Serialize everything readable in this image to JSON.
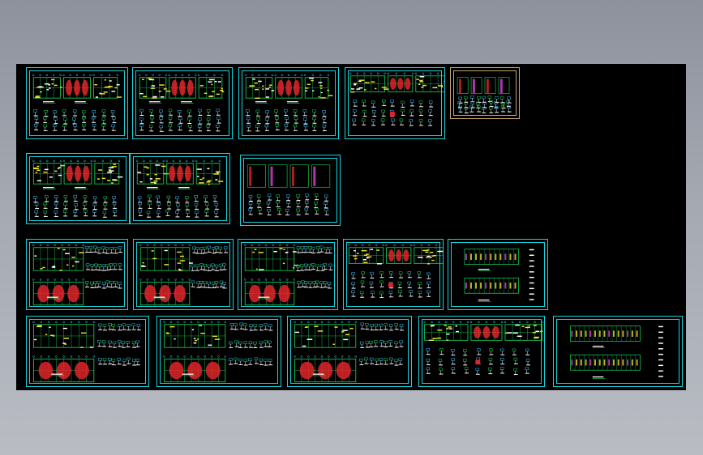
{
  "viewer": {
    "background_top": "#8d929c",
    "background_bottom": "#b9bcc3",
    "canvas_color": "#000000"
  },
  "colors": {
    "frame": "#16d4dc",
    "selected_frame": "#c8a46a",
    "wall": "#18e05a",
    "hatch": "#e0242a",
    "text": "#ffffff",
    "dim": "#f0e030",
    "annot": "#3cc8ff",
    "magenta": "#e040e0"
  },
  "drawing_sheets": [
    {
      "id": "r1-1",
      "type": "plan-pair-details",
      "selected": false
    },
    {
      "id": "r1-2",
      "type": "plan-pair-details",
      "selected": false
    },
    {
      "id": "r1-3",
      "type": "plan-pair-details",
      "selected": false
    },
    {
      "id": "r1-4",
      "type": "plan-wide-details",
      "selected": false
    },
    {
      "id": "r1-5",
      "type": "sections",
      "selected": true
    },
    {
      "id": "r2-1",
      "type": "plan-pair-details",
      "selected": false
    },
    {
      "id": "r2-2",
      "type": "plan-pair-details",
      "selected": false
    },
    {
      "id": "r2-3",
      "type": "sections",
      "selected": false
    },
    {
      "id": "r3-1",
      "type": "stacked-plans",
      "selected": false
    },
    {
      "id": "r3-2",
      "type": "stacked-plans",
      "selected": false
    },
    {
      "id": "r3-3",
      "type": "stacked-plans",
      "selected": false
    },
    {
      "id": "r3-4",
      "type": "plan-wide-details",
      "selected": false
    },
    {
      "id": "r3-5",
      "type": "stacked-elevations",
      "selected": false
    },
    {
      "id": "r4-1",
      "type": "stacked-plans",
      "selected": false
    },
    {
      "id": "r4-2",
      "type": "stacked-plans",
      "selected": false
    },
    {
      "id": "r4-3",
      "type": "stacked-plans",
      "selected": false
    },
    {
      "id": "r4-4",
      "type": "plan-wide-details",
      "selected": false
    },
    {
      "id": "r4-5",
      "type": "stacked-elevations",
      "selected": false
    }
  ]
}
